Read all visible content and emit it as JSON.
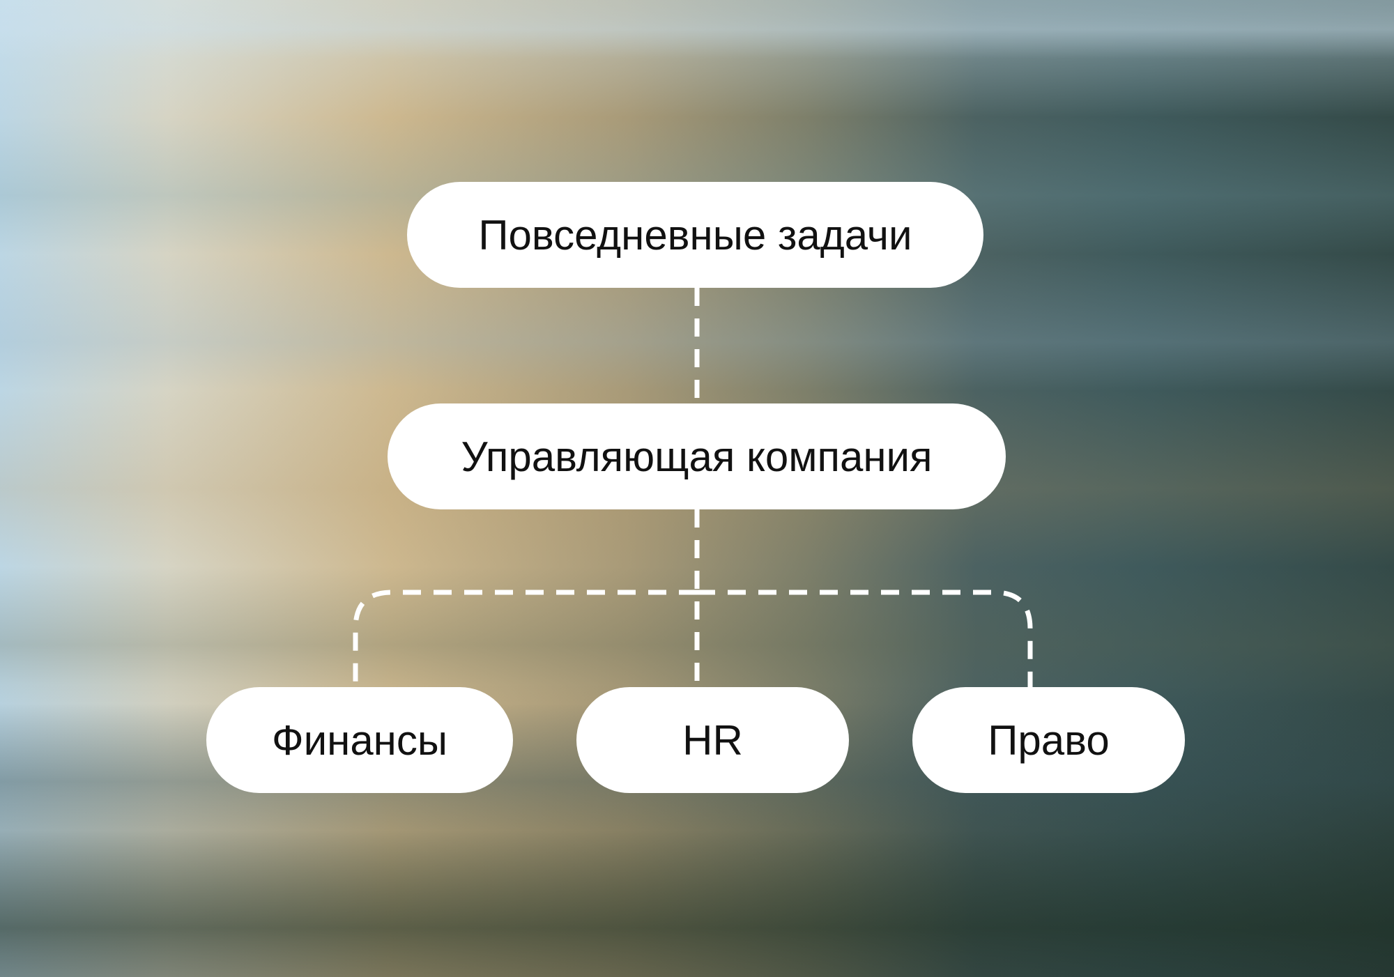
{
  "diagram": {
    "root": {
      "label": "Повседневные задачи"
    },
    "middle": {
      "label": "Управляющая компания"
    },
    "children": [
      {
        "label": "Финансы"
      },
      {
        "label": "HR"
      },
      {
        "label": "Право"
      }
    ]
  },
  "colors": {
    "node_fill": "#ffffff",
    "connector": "#ffffff",
    "text": "#111111"
  }
}
